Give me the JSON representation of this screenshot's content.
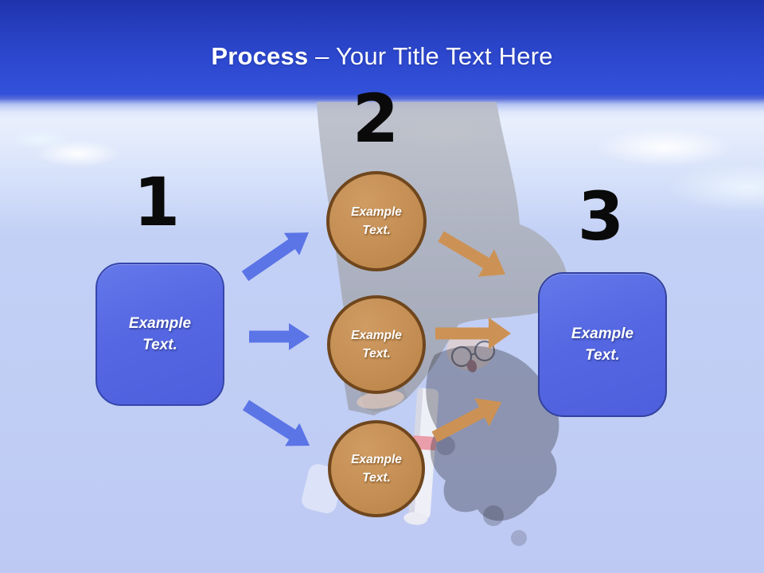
{
  "title": {
    "bold_part": "Process",
    "regular_part": " – Your Title Text Here"
  },
  "steps": {
    "one": {
      "number": "1",
      "box_label": "Example Text."
    },
    "two": {
      "number": "2"
    },
    "three": {
      "number": "3",
      "box_label": "Example Text."
    }
  },
  "circles": [
    {
      "label": "Example Text."
    },
    {
      "label": "Example Text."
    },
    {
      "label": "Example Text."
    }
  ],
  "colors": {
    "header_blue_top": "#1f33ac",
    "header_blue_bottom": "#3251da",
    "sky_light": "#c3d0f6",
    "box_fill": "#5567e2",
    "box_border": "#3646ac",
    "circle_fill": "#c48e54",
    "circle_border": "#6f461d",
    "blue_arrow": "#5b74e6",
    "orange_arrow": "#cc9255",
    "number_color": "#0a0a0a",
    "title_color": "#ffffff"
  }
}
